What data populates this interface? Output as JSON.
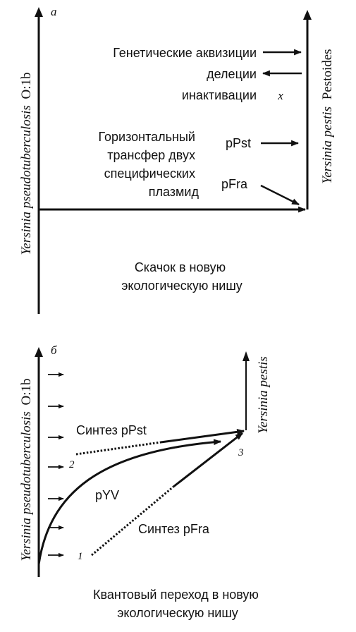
{
  "panel_a": {
    "letter": "а",
    "left_axis_italic": "Yersinia pseudotuberculosis",
    "left_axis_plain": "O:1b",
    "right_axis_italic": "Yersinia pestis",
    "right_axis_plain": "Pestoides",
    "acquisitions": "Генетические аквизиции",
    "deletions": "делеции",
    "inactivations": "инактивации",
    "inactivation_mark": "x",
    "transfer_lines": [
      "Горизонтальный",
      "трансфер двух",
      "специфических",
      "плазмид"
    ],
    "plasmid_1": "pPst",
    "plasmid_2": "pFra",
    "caption_lines": [
      "Скачок в новую",
      "экологическую нишу"
    ]
  },
  "panel_b": {
    "letter": "б",
    "left_axis_italic": "Yersinia pseudotuberculosis",
    "left_axis_plain": "O:1b",
    "right_axis_italic": "Yersinia pestis",
    "synth_pst": "Синтез pPst",
    "synth_fra": "Синтез pFra",
    "plasmid_yv": "pYV",
    "point_1": "1",
    "point_2": "2",
    "point_3": "3",
    "caption_lines": [
      "Квантовый переход в новую",
      "экологическую нишу"
    ]
  }
}
